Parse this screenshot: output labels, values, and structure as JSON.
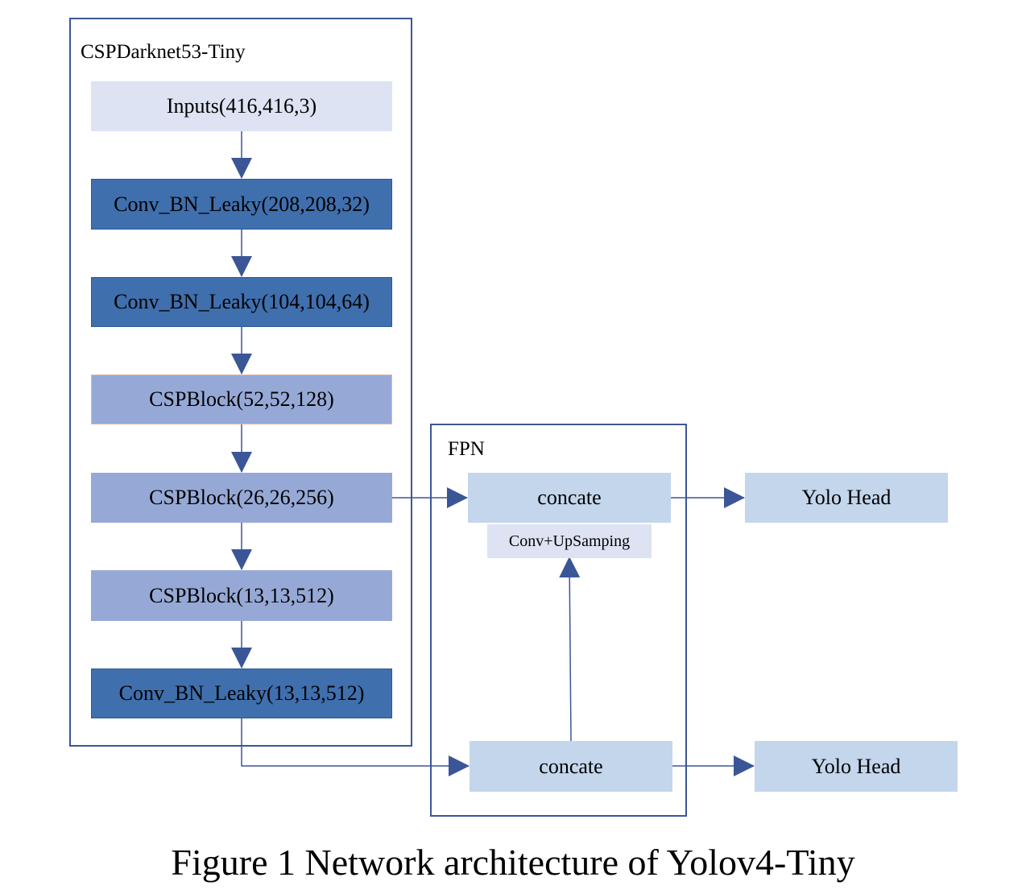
{
  "backbone": {
    "label": "CSPDarknet53-Tiny",
    "nodes": [
      "Inputs(416,416,3)",
      "Conv_BN_Leaky(208,208,32)",
      "Conv_BN_Leaky(104,104,64)",
      "CSPBlock(52,52,128)",
      "CSPBlock(26,26,256)",
      "CSPBlock(13,13,512)",
      "Conv_BN_Leaky(13,13,512)"
    ]
  },
  "fpn": {
    "label": "FPN",
    "concat_top": "concate",
    "upsampling": "Conv+UpSamping",
    "concat_bottom": "concate"
  },
  "heads": {
    "top": "Yolo Head",
    "bottom": "Yolo Head"
  },
  "colors": {
    "border": "#3b5696",
    "arrow": "#3b5696",
    "input_fill": "#dde3f2",
    "conv_fill": "#3f6fad",
    "csp_fill": "#96a9d6",
    "light_fill": "#c3d6ec"
  },
  "caption": "Figure 1 Network architecture of Yolov4-Tiny"
}
